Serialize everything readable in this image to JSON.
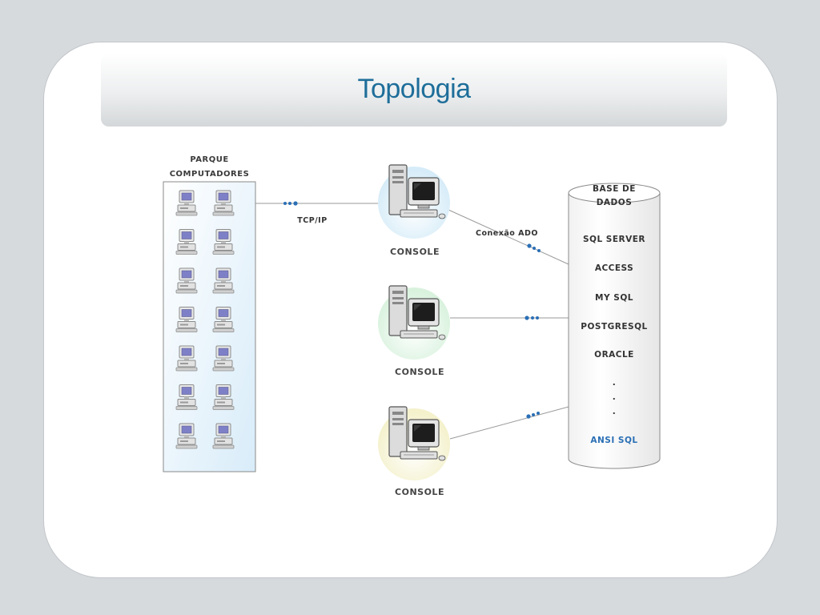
{
  "title": "Topologia",
  "parque": {
    "line1": "PARQUE",
    "line2": "COMPUTADORES",
    "rows": 7,
    "cols": 2
  },
  "links": {
    "tcp_label": "TCP/IP",
    "ado_label": "Conexão ADO"
  },
  "consoles": [
    {
      "label": "CONSOLE",
      "glow": "#d6ecf8"
    },
    {
      "label": "CONSOLE",
      "glow": "#d9f2de"
    },
    {
      "label": "CONSOLE",
      "glow": "#f4f1cc"
    }
  ],
  "database": {
    "header_line1": "BASE DE",
    "header_line2": "DADOS",
    "items": [
      "SQL SERVER",
      "ACCESS",
      "MY SQL",
      "POSTGRESQL",
      "ORACLE"
    ],
    "dots": [
      ".",
      ".",
      "."
    ],
    "footer": "ANSI SQL"
  },
  "colors": {
    "accent": "#1e6e9a",
    "link": "#2a6fb5",
    "panel": "#e3f1fb"
  }
}
